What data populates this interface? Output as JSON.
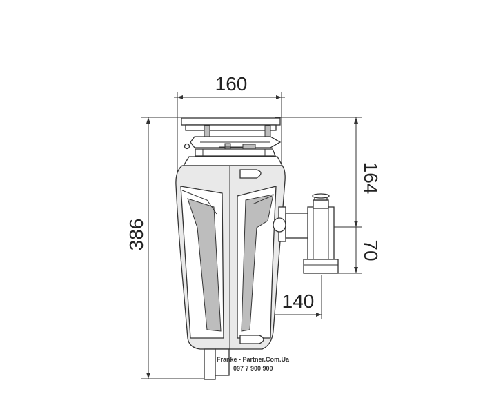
{
  "dimensions": {
    "width_top": "160",
    "height_total": "386",
    "height_inlet": "164",
    "pipe_offset": "70",
    "outlet_distance": "140"
  },
  "watermark": {
    "line1": "Franke - Partner.Com.Ua",
    "line2": "097 7 900 900"
  }
}
